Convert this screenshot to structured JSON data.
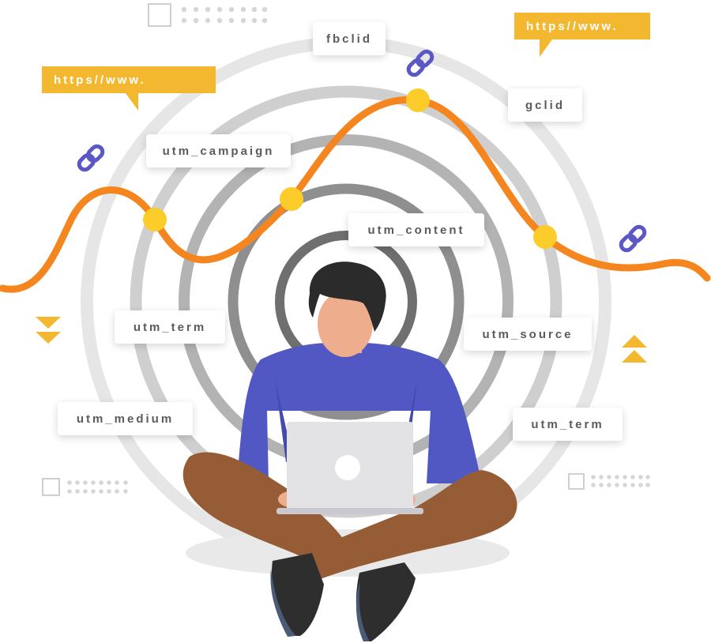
{
  "illustration": {
    "tags": {
      "fbclid": "fbclid",
      "gclid": "gclid",
      "utm_campaign": "utm_campaign",
      "utm_content": "utm_content",
      "utm_term_left": "utm_term",
      "utm_source": "utm_source",
      "utm_medium": "utm_medium",
      "utm_term_right": "utm_term"
    },
    "bubbles": {
      "left": "https//www.",
      "right": "https//www."
    },
    "icons": [
      "link-icon",
      "chevron-double-down-icon",
      "chevron-double-up-icon",
      "laptop-icon"
    ],
    "colors": {
      "accent_yellow": "#f3b82f",
      "wave_orange": "#f5861f",
      "dot_yellow": "#fccd2a",
      "shirt_blue": "#5158c3",
      "pants_brown": "#955c36",
      "chain_purple": "#5b58c5"
    }
  }
}
